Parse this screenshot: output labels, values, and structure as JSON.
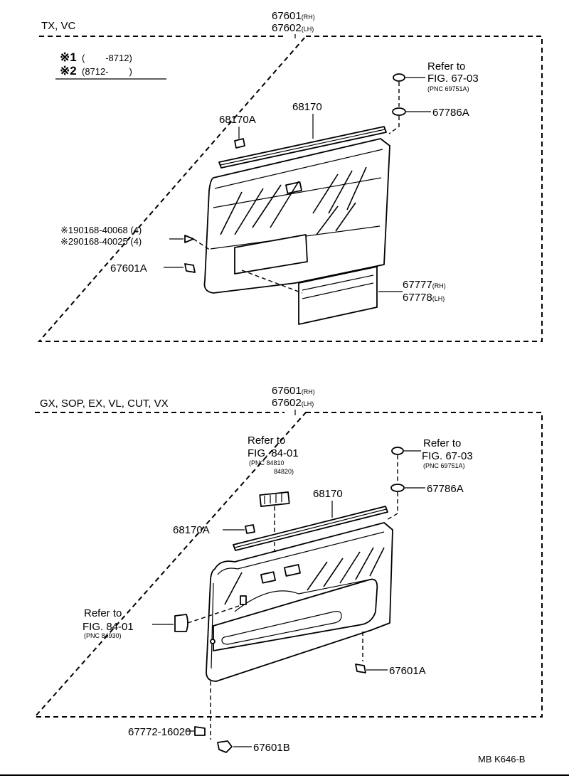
{
  "top_section": {
    "models": "TX, VC",
    "part_rh": "67601",
    "part_rh_suffix": "(RH)",
    "part_lh": "67602",
    "part_lh_suffix": "(LH)",
    "legend": {
      "mark1": "※1",
      "range1": "(        -8712)",
      "mark2": "※2",
      "range2": "(8712-        )"
    },
    "refer_label": "Refer to",
    "refer_fig": "FIG. 67-03",
    "refer_pnc": "(PNC 69751A)",
    "clip_67786a": "67786A",
    "weatherstrip_68170": "68170",
    "clip_68170a": "68170A",
    "screw1": "※190168-40068 (4)",
    "screw2": "※290168-40025 (4)",
    "clip_67601a": "67601A",
    "pocket_rh": "67777",
    "pocket_rh_suffix": "(RH)",
    "pocket_lh": "67778",
    "pocket_lh_suffix": "(LH)"
  },
  "bottom_section": {
    "models": "GX, SOP, EX, VL, CUT, VX",
    "part_rh": "67601",
    "part_rh_suffix": "(RH)",
    "part_lh": "67602",
    "part_lh_suffix": "(LH)",
    "refer_switch_label": "Refer to",
    "refer_switch_fig": "FIG. 84-01",
    "refer_switch_pnc1": "(PNC 84810",
    "refer_switch_pnc2": "84820)",
    "refer_top_label": "Refer to",
    "refer_top_fig": "FIG. 67-03",
    "refer_top_pnc": "(PNC 69751A)",
    "clip_67786a": "67786A",
    "weatherstrip_68170": "68170",
    "clip_68170a": "68170A",
    "refer_left_label": "Refer to",
    "refer_left_fig": "FIG. 84-01",
    "refer_left_pnc": "(PNC 84930)",
    "clip_67601a": "67601A",
    "part_67772": "67772-16020",
    "part_67601b": "67601B"
  },
  "footer": {
    "code": "MB K646-B"
  }
}
